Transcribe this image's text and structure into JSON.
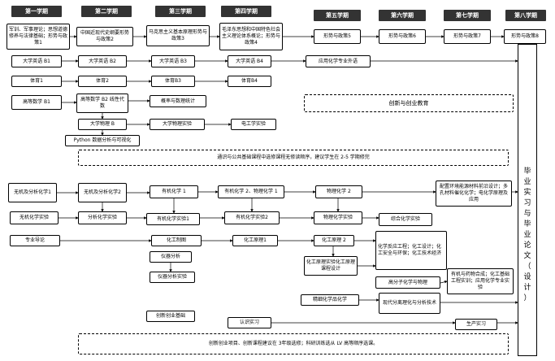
{
  "semesters": [
    "第一学期",
    "第二学期",
    "第三学期",
    "第四学期",
    "第五学期",
    "第六学期",
    "第七学期",
    "第八学期"
  ],
  "courses": {
    "c_mil": "军训、军事理论；思想道德修养与法律基础；形势与政策1",
    "c_modern": "中国近现代史纲要形势与政策2",
    "c_marx": "马克思主义基本原理形势与政策3",
    "c_mao": "毛泽东思想和中国特色社会主义理论体系概论；形势与政策4",
    "c_pol5": "形势与政策5",
    "c_pol6": "形势与政策6",
    "c_pol7": "形势与政策7",
    "c_pol8": "形势与政策8",
    "c_en1": "大学英语 B1",
    "c_en2": "大学英语 B2",
    "c_en3": "大学英语 B3",
    "c_en4": "大学英语 B4",
    "c_en_app": "应用化学专业外语",
    "c_pe1": "体育1",
    "c_pe2": "体育2",
    "c_pe3": "体育B3",
    "c_pe4": "体育B4",
    "c_math1": "高等数学 B1",
    "c_math2": "高等数学 B2 线性代数",
    "c_prob": "概率与数理统计",
    "c_innov": "创新与创业教育",
    "c_phys": "大学物理 B",
    "c_phys_lab": "大学物理实验",
    "c_echem_lab": "电工学实验",
    "c_python": "Python 数据分析与可视化",
    "c_note1": "通识与公共基础课程中选修课程无修读顺序，建议学生在 2-5 学期修完",
    "c_inorg": "无机及分析化学1",
    "c_inorg2": "无机及分析化学2",
    "c_org1": "有机化学 1",
    "c_org2": "有机化学 2、物理化学 1",
    "c_phys_chem2": "物理化学 2",
    "c_adv": "配置环境能源材料前沿设计；多孔材料催化化学；电化学原理及应用",
    "c_inorg_lab": "无机化学实验",
    "c_anal_lab": "分析化学实验",
    "c_org_lab1": "有机化学实验1",
    "c_org_lab2": "有机化学实验2",
    "c_pchem_lab": "物理化学实验",
    "c_comp_lab": "综合化学实验",
    "c_intro": "专业导论",
    "c_draw": "化工制图",
    "c_prin1": "化工原理1",
    "c_prin2": "化工原理 2",
    "c_instr": "仪器分析",
    "c_instr_lab": "仪器分析实验",
    "c_prin_lab": "化工原理实验化工原理课程设计",
    "c_reaction": "化学反应工程；化工设计；化工安全与环保；化工技术经济",
    "c_polymer": "高分子化学与物理",
    "c_pharma": "有机与药物合成；化工基础工程实训；应用化学专业实验",
    "c_fine": "精细化学品化学",
    "c_sep": "现代分离理化与分析技术",
    "c_thesis": "毕业实习与毕业论文（设计）",
    "c_innov_base": "创新创业基础",
    "c_recog": "认识实习",
    "c_prod": "生产实习",
    "c_note2": "创新创业项目、创新课程建议在 3年级选修；科研训练选从 LV 高等顺序选课。"
  }
}
